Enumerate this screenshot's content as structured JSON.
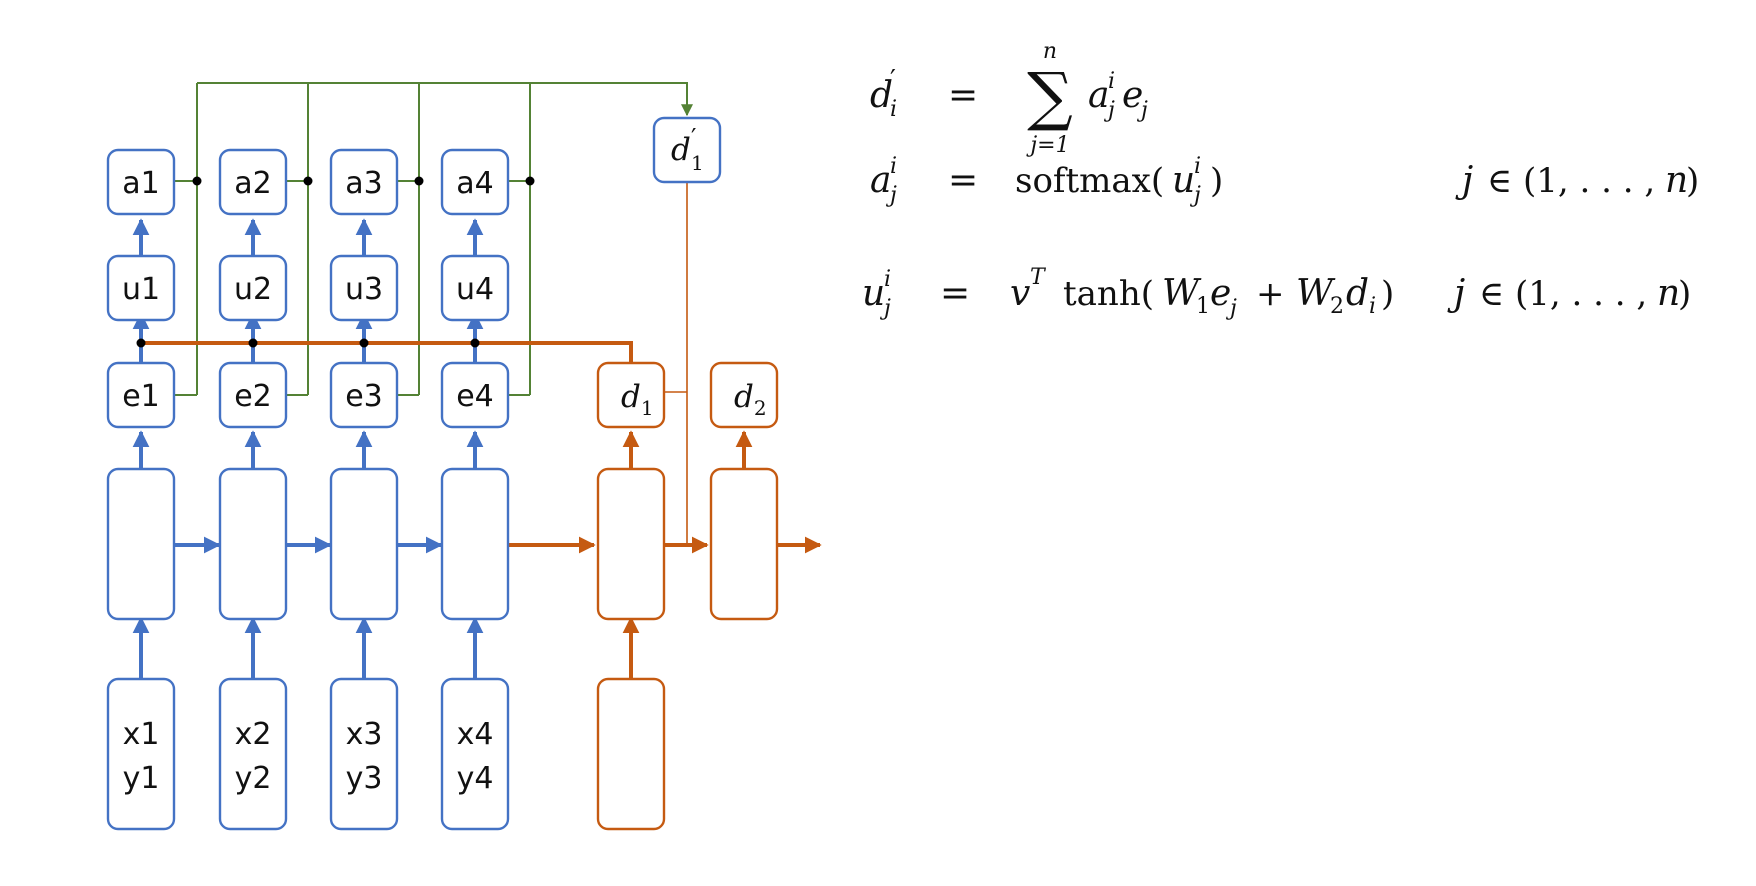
{
  "colors": {
    "encoder": "#4472c4",
    "decoder": "#c55a11",
    "attention": "#548235",
    "dot": "#000000"
  },
  "encoder": {
    "attention_labels": [
      "a1",
      "a2",
      "a3",
      "a4"
    ],
    "score_labels": [
      "u1",
      "u2",
      "u3",
      "u4"
    ],
    "hidden_labels": [
      "e1",
      "e2",
      "e3",
      "e4"
    ],
    "inputs": [
      {
        "line1": "x1",
        "line2": "y1"
      },
      {
        "line1": "x2",
        "line2": "y2"
      },
      {
        "line1": "x3",
        "line2": "y3"
      },
      {
        "line1": "x4",
        "line2": "y4"
      }
    ]
  },
  "decoder": {
    "d1": {
      "base": "d",
      "sub": "1"
    },
    "d2": {
      "base": "d",
      "sub": "2"
    },
    "d1_prime": {
      "base": "d",
      "prime": "′",
      "sub": "1"
    }
  },
  "equations": {
    "eq1": {
      "lhs_base": "d",
      "lhs_prime": "′",
      "lhs_sub": "i",
      "equals": "=",
      "sum_symbol": "∑",
      "sum_upper": "n",
      "sum_lower": "j=1",
      "term_a": "a",
      "term_a_sup": "i",
      "term_a_sub": "j",
      "term_e": "e",
      "term_e_sub": "j"
    },
    "eq2": {
      "lhs_base": "a",
      "lhs_sup": "i",
      "lhs_sub": "j",
      "equals": "=",
      "func": "softmax(",
      "arg_base": "u",
      "arg_sup": "i",
      "arg_sub": "j",
      "close": ")",
      "cond_j": "j",
      "cond_rest": "∈ (1, . . . , ",
      "cond_n": "n",
      "cond_close": ")"
    },
    "eq3": {
      "lhs_base": "u",
      "lhs_sup": "i",
      "lhs_sub": "j",
      "equals": "=",
      "v": "v",
      "v_sup": "T",
      "func": "tanh(",
      "w1": "W",
      "w1_sub": "1",
      "e": "e",
      "e_sub": "j",
      "plus": "+",
      "w2": "W",
      "w2_sub": "2",
      "d": "d",
      "d_sub": "i",
      "close": ")",
      "cond_j": "j",
      "cond_rest": "∈ (1, . . . , ",
      "cond_n": "n",
      "cond_close": ")"
    }
  }
}
